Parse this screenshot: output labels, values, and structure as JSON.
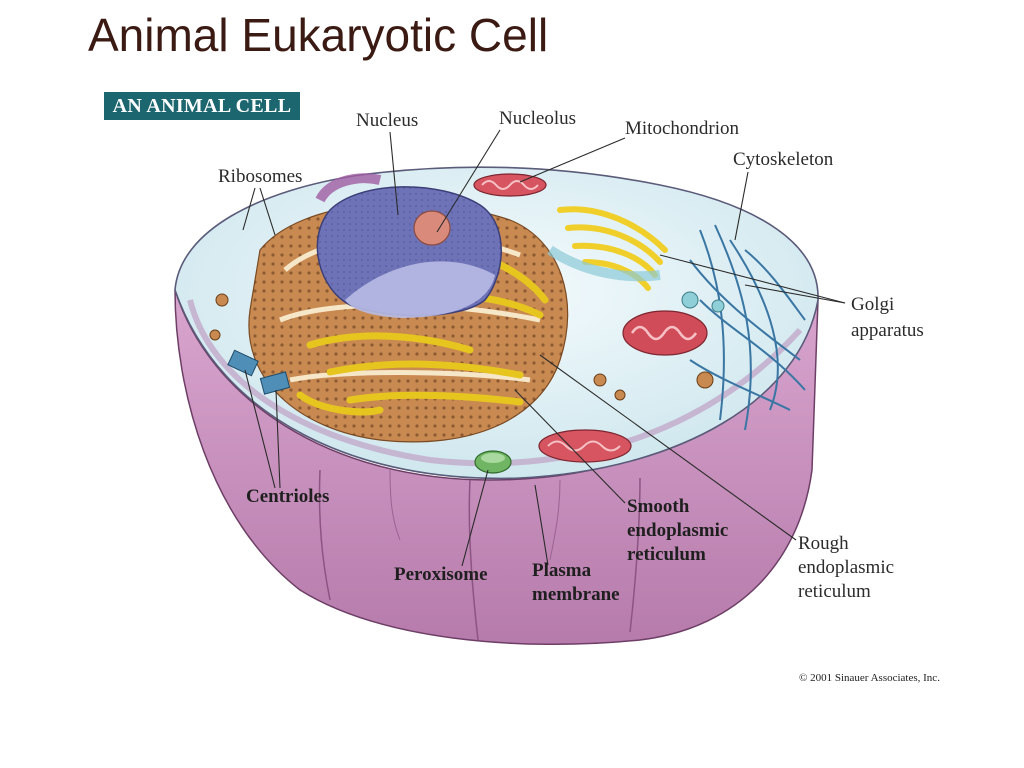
{
  "slide": {
    "title": "Animal Eukaryotic Cell"
  },
  "figure": {
    "badge": "AN ANIMAL CELL",
    "labels": {
      "nucleus": "Nucleus",
      "nucleolus": "Nucleolus",
      "mitochondrion": "Mitochondrion",
      "cytoskeleton": "Cytoskeleton",
      "ribosomes": "Ribosomes",
      "golgi_line1": "Golgi",
      "golgi_line2": "apparatus",
      "centrioles": "Centrioles",
      "peroxisome": "Peroxisome",
      "plasma_line1": "Plasma",
      "plasma_line2": "membrane",
      "smooth_line1": "Smooth",
      "smooth_line2": "endoplasmic",
      "smooth_line3": "reticulum",
      "rough_line1": "Rough",
      "rough_line2": "endoplasmic",
      "rough_line3": "reticulum"
    },
    "copyright": "© 2001 Sinauer Associates, Inc."
  },
  "colors": {
    "title": "#3a1a12",
    "badge_bg": "#1c6670",
    "membrane": "#c98fbf",
    "cytoplasm": "#dff0f4",
    "nucleus": "#7b7fc0",
    "rough_er": "#b9753e",
    "golgi": "#f2d33a",
    "mitochondrion": "#d2525e",
    "cytoskeleton": "#3a76a3"
  }
}
